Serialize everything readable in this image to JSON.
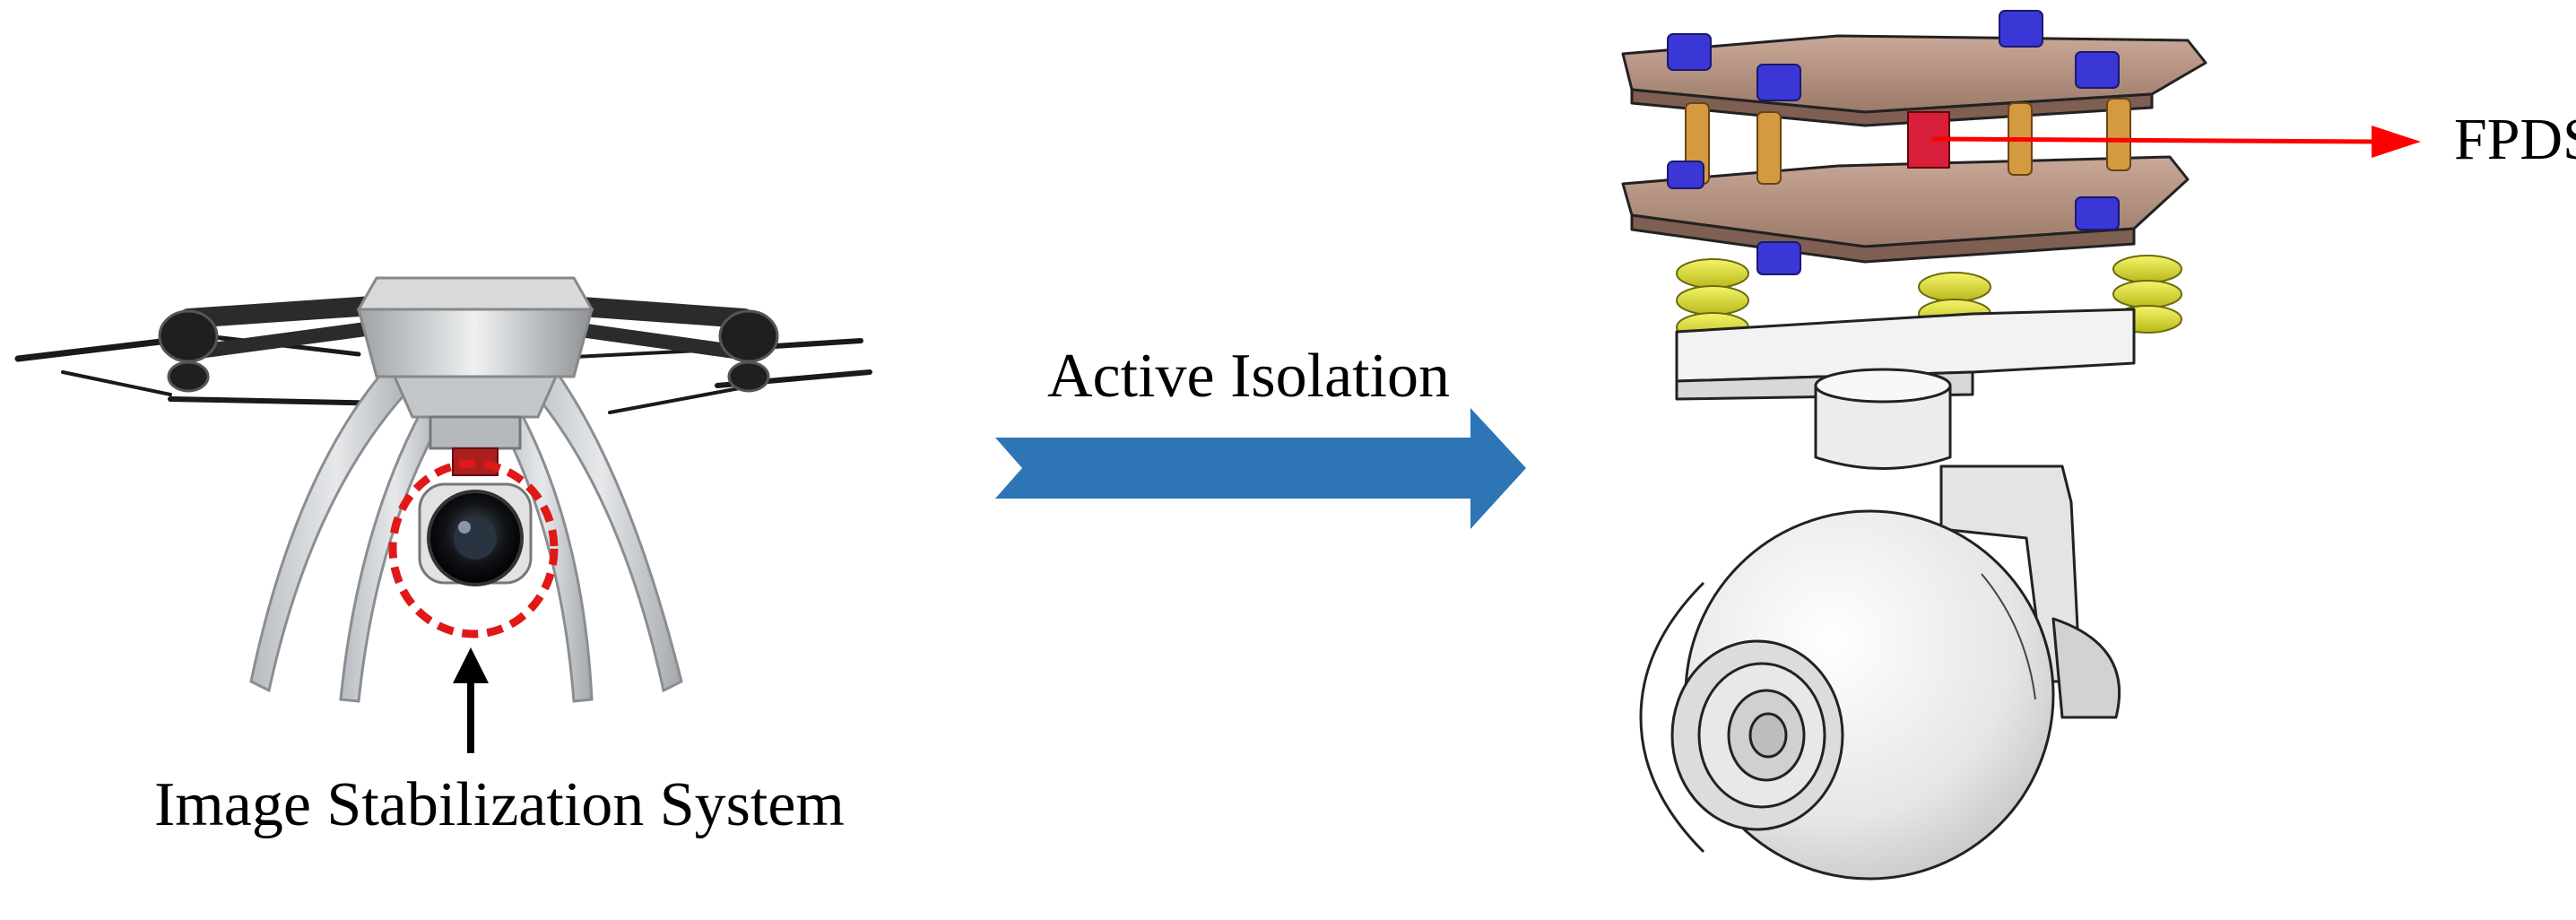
{
  "labels": {
    "image_stabilization": "Image Stabilization System",
    "active_isolation": "Active Isolation",
    "fpds": "FPDS"
  },
  "colors": {
    "flow_arrow": "#2e75b6",
    "callout_red": "#ff0000",
    "marker_circle": "#e01818",
    "bolt_blue": "#3b37d6",
    "spring_yellow": "#e3e324",
    "plate_brown": "#b89582",
    "gimbal_grey": "#e9e9e9",
    "drone_body": "#cfd1d3",
    "drone_arm": "#2b2b2b",
    "outline": "#222222"
  },
  "icons": {
    "left": "quadcopter-drone-icon",
    "right": "camera-gimbal-cad-icon"
  }
}
